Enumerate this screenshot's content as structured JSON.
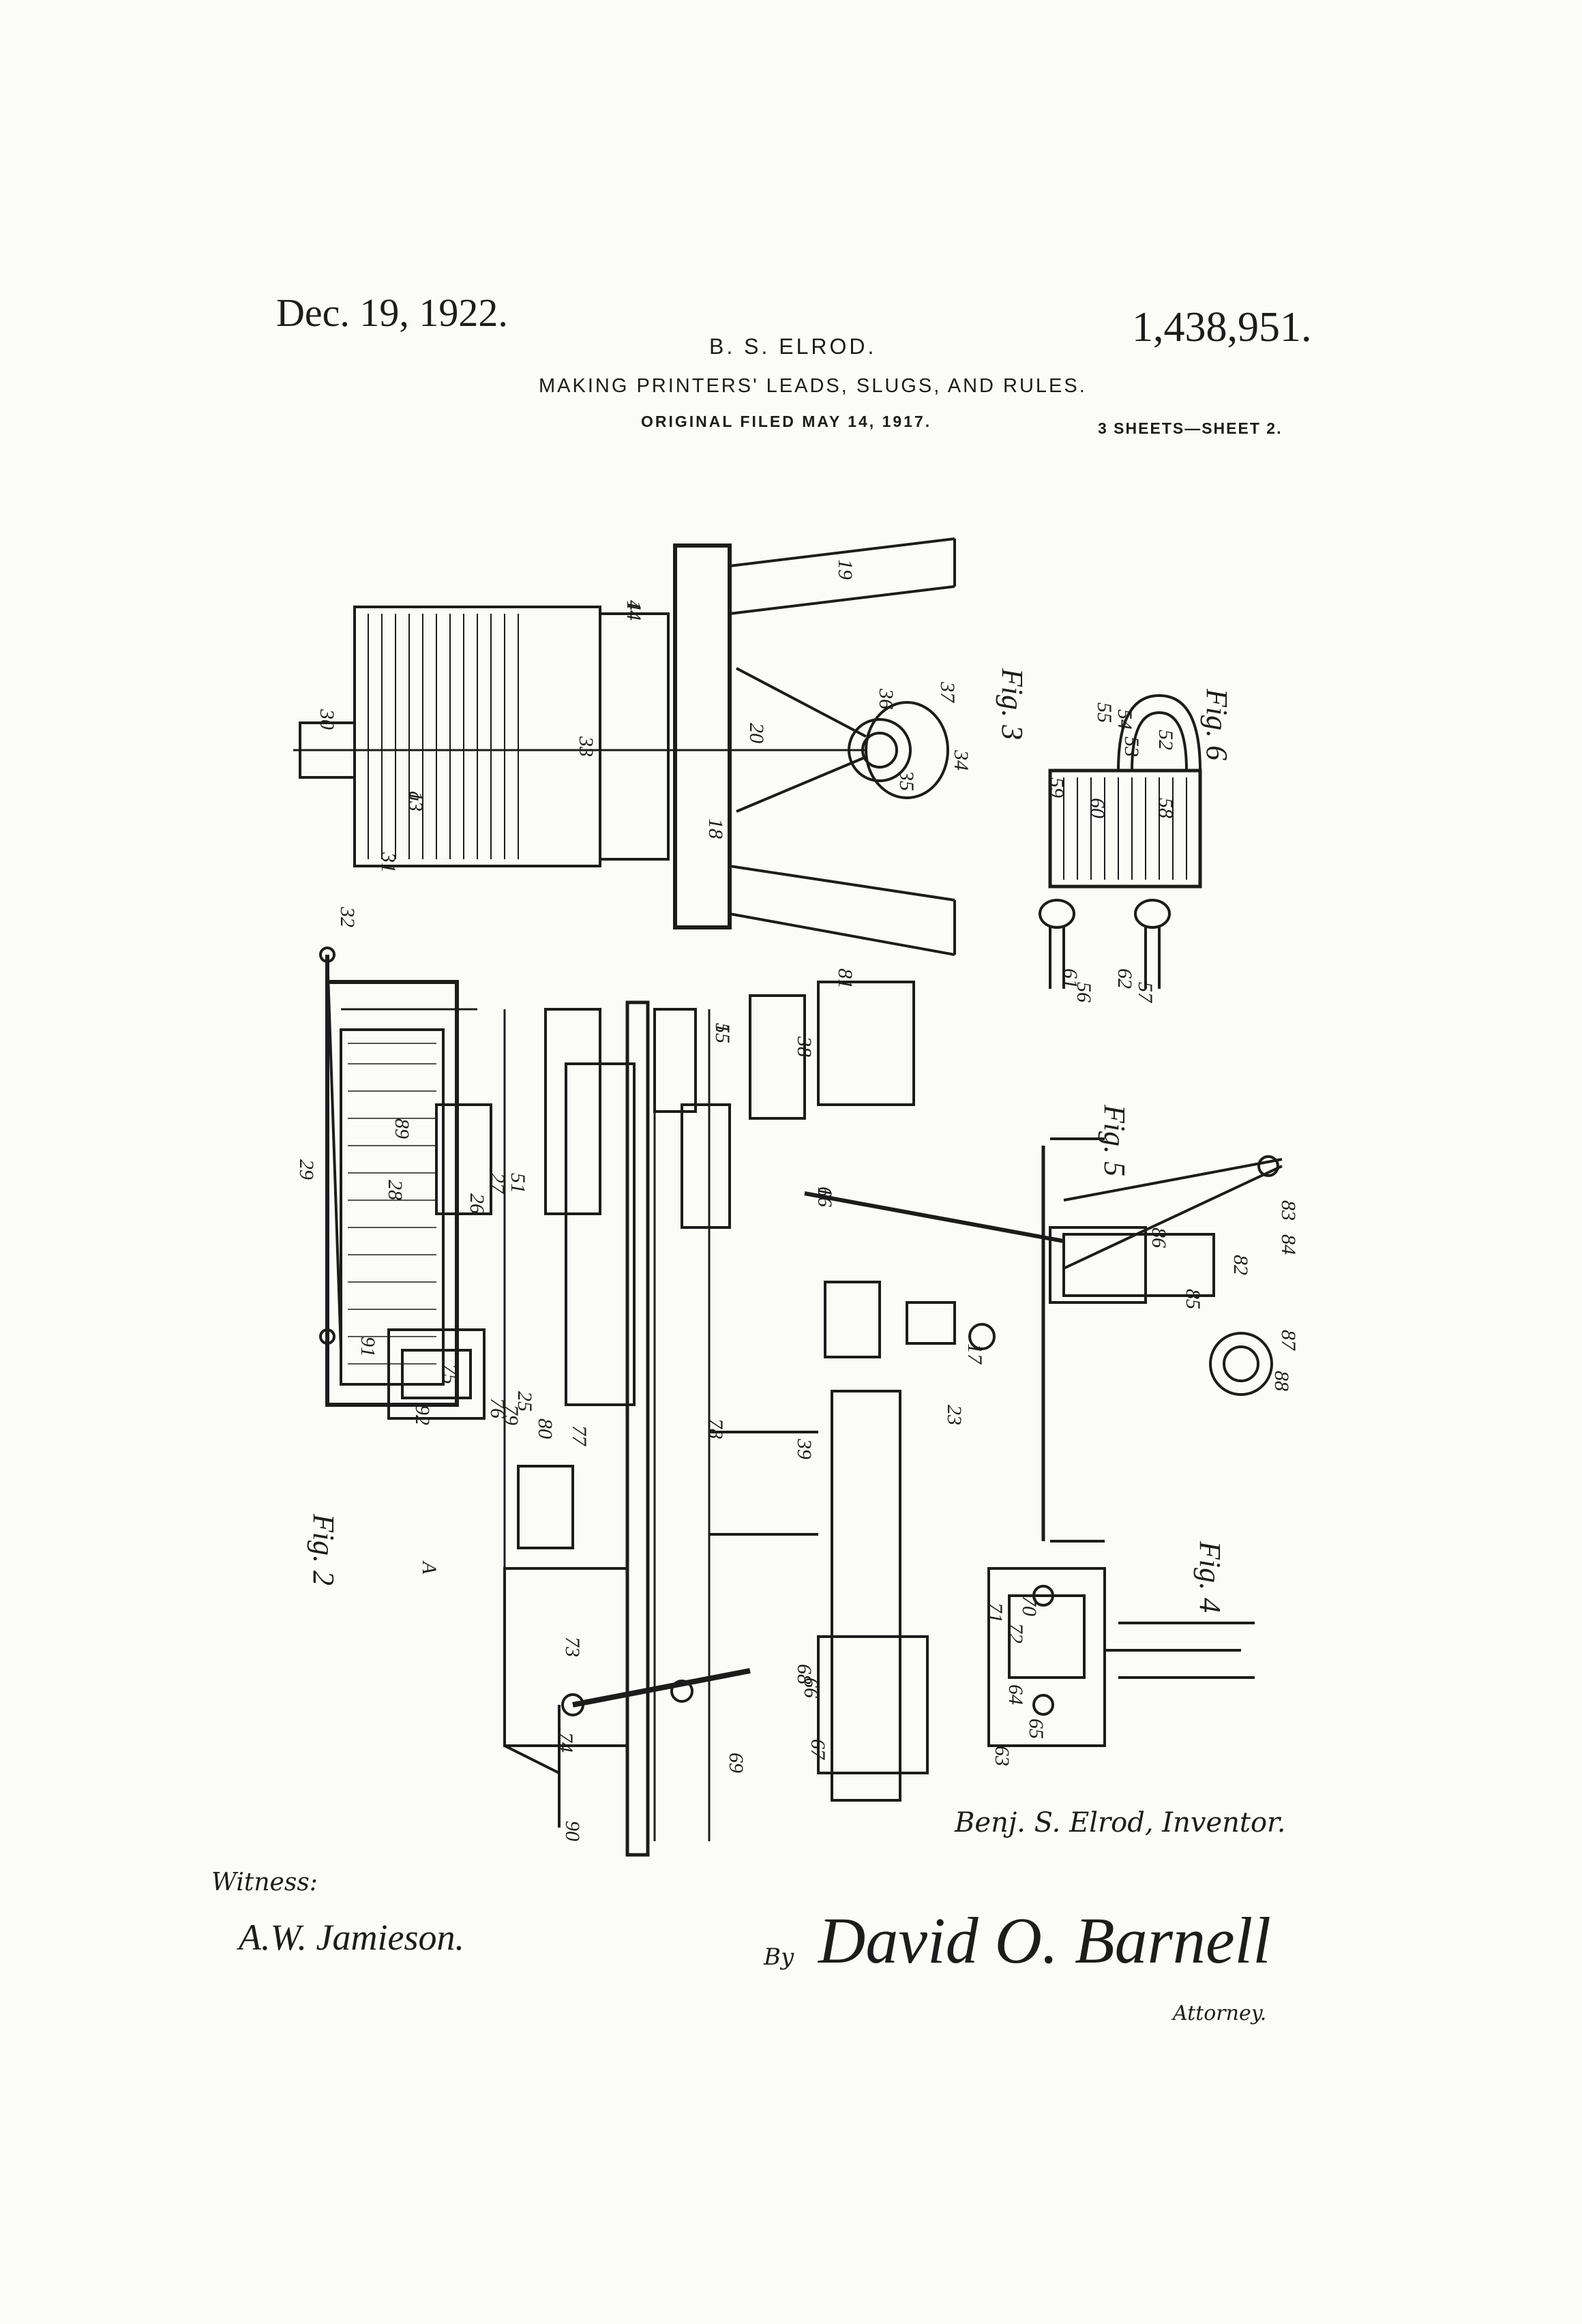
{
  "header": {
    "date": "Dec. 19, 1922.",
    "inventor": "B. S. ELROD.",
    "patent_number": "1,438,951.",
    "title": "MAKING PRINTERS' LEADS, SLUGS, AND RULES.",
    "filed": "ORIGINAL FILED MAY 14, 1917.",
    "sheets": "3 SHEETS—SHEET 2."
  },
  "figures": [
    {
      "label": "Fig. 2"
    },
    {
      "label": "Fig. 3"
    },
    {
      "label": "Fig. 4"
    },
    {
      "label": "Fig. 5"
    },
    {
      "label": "Fig. 6"
    }
  ],
  "reference_numerals": [
    "13",
    "14",
    "15",
    "16",
    "17",
    "18",
    "19",
    "20",
    "23",
    "25",
    "26",
    "27",
    "28",
    "29",
    "30",
    "31",
    "32",
    "33",
    "34",
    "35",
    "36",
    "37",
    "38",
    "39",
    "51",
    "52",
    "53",
    "54",
    "55",
    "56",
    "57",
    "58",
    "59",
    "60",
    "61",
    "62",
    "63",
    "64",
    "65",
    "66",
    "67",
    "68",
    "69",
    "70",
    "71",
    "72",
    "73",
    "74",
    "75",
    "76",
    "77",
    "78",
    "79",
    "80",
    "81",
    "82",
    "83",
    "84",
    "85",
    "86",
    "87",
    "88",
    "89",
    "90",
    "91",
    "92",
    "A",
    "a",
    "4",
    "5",
    "6"
  ],
  "footer": {
    "inventor_signature": "Benj. S. Elrod, Inventor.",
    "witness_label": "Witness:",
    "witness_signature": "A.W. Jamieson.",
    "by_label": "By",
    "attorney_signature": "David O. Barnell",
    "attorney_label": "Attorney."
  }
}
